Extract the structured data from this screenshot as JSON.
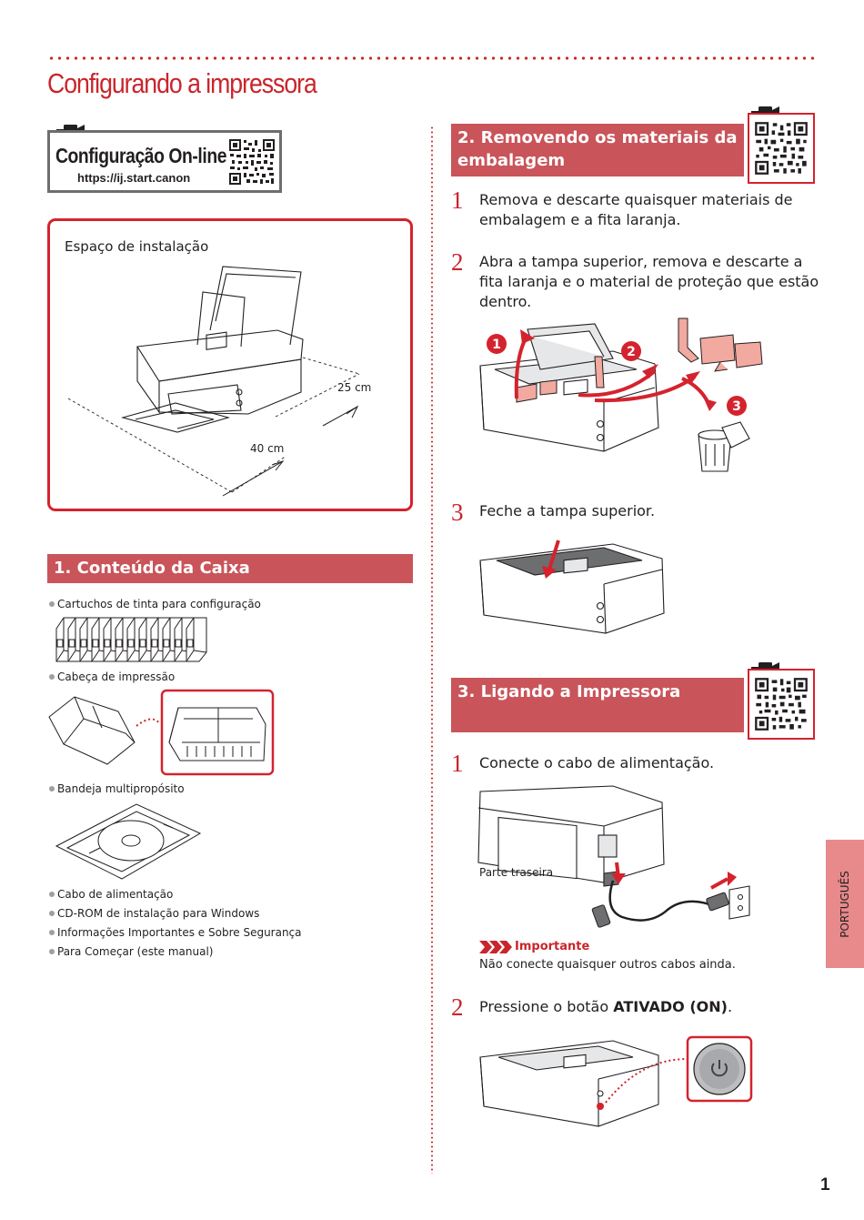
{
  "page": {
    "title": "Configurando a impressora",
    "number": "1",
    "language_tab": "PORTUGUÊS"
  },
  "online_setup": {
    "title": "Configuração On-line",
    "url": "https://ij.start.canon",
    "icons": [
      "video-camera-icon",
      "qr-code-icon"
    ]
  },
  "installation_space": {
    "label": "Espaço de instalação",
    "depth_label": "25 cm",
    "width_label": "40 cm"
  },
  "section1": {
    "heading": "1. Conteúdo da Caixa",
    "items": [
      "Cartuchos de tinta para configuração",
      "Cabeça de impressão",
      "Bandeja multipropósito",
      "Cabo de alimentação",
      "CD-ROM de instalação para Windows",
      "Informações Importantes e Sobre Segurança",
      "Para Começar (este manual)"
    ]
  },
  "section2": {
    "heading_line1": "2. Removendo os materiais da",
    "heading_line2": "embalagem",
    "steps": [
      {
        "num": "1",
        "line1": "Remova e descarte quaisquer materiais de",
        "line2": "embalagem e a fita laranja."
      },
      {
        "num": "2",
        "line1": "Abra a tampa superior, remova e descarte a",
        "line2": "fita laranja e o material de proteção que estão",
        "line3": "dentro."
      },
      {
        "num": "3",
        "line1": "Feche a tampa superior."
      }
    ],
    "callouts": [
      "1",
      "2",
      "3"
    ]
  },
  "section3": {
    "heading": "3. Ligando a Impressora",
    "steps": [
      {
        "num": "1",
        "text": "Conecte o cabo de alimentação."
      },
      {
        "num": "2",
        "text_before": "Pressione o botão ",
        "text_bold": "ATIVADO (ON)",
        "text_after": "."
      }
    ],
    "rear_label": "Parte traseira",
    "important_label": "Importante",
    "important_text": "Não conecte quaisquer outros cabos ainda."
  },
  "colors": {
    "accent_red": "#c9252c",
    "section_header": "#c9545a",
    "language_tab": "#e8898c",
    "illustration_highlight": "#f1a9a0"
  }
}
